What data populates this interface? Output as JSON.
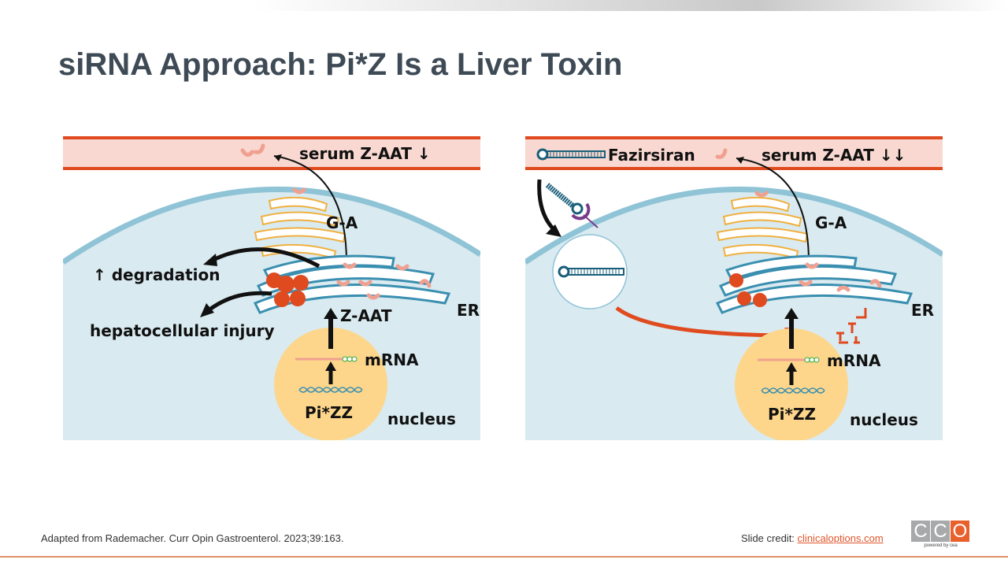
{
  "title": "siRNA Approach: Pi*Z Is a Liver Toxin",
  "left_panel": {
    "serum_label": "serum Z-AAT ↓",
    "golgi_label": "G-A",
    "er_label": "ER",
    "zaat_label": "Z-AAT",
    "mrna_label": "mRNA",
    "gene_label": "Pi*ZZ",
    "nucleus_label": "nucleus",
    "degradation_label": "↑ degradation",
    "injury_label": "hepatocellular injury"
  },
  "right_panel": {
    "drug_label": "Fazirsiran",
    "serum_label": "serum Z-AAT ↓↓",
    "golgi_label": "G-A",
    "er_label": "ER",
    "mrna_label": "mRNA",
    "gene_label": "Pi*ZZ",
    "nucleus_label": "nucleus"
  },
  "footer": {
    "citation": "Adapted from Rademacher. Curr Opin Gastroenterol. 2023;39:163.",
    "credit_prefix": "Slide credit: ",
    "credit_link": "clinicaloptions.com",
    "logo_letters": [
      "C",
      "C",
      "O"
    ],
    "logo_tagline": "powered by cea"
  },
  "colors": {
    "serum_band": "#f8d8d0",
    "serum_border": "#e04a1f",
    "cytoplasm": "#d9eaf0",
    "membrane": "#8fc3d6",
    "nucleus": "#fdd68b",
    "er": "#3a8fb0",
    "golgi": "#f0b040",
    "aggregate": "#e04a1f",
    "inhibition": "#e04a1f"
  }
}
